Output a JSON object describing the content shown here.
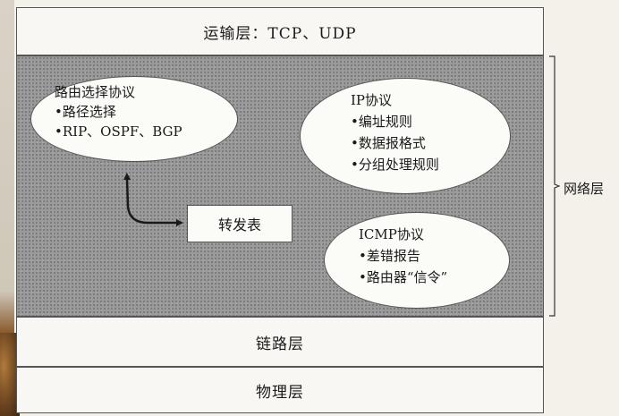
{
  "layers": {
    "transport": "运输层：TCP、UDP",
    "link": "链路层",
    "physical": "物理层",
    "network_side_label": "网络层"
  },
  "routing": {
    "title": "路由选择协议",
    "items": [
      "•路径选择",
      "•RIP、OSPF、BGP"
    ]
  },
  "ip": {
    "title": "IP协议",
    "items": [
      "•编址规则",
      "•数据报格式",
      "•分组处理规则"
    ]
  },
  "icmp": {
    "title": "ICMP协议",
    "items": [
      "•差错报告",
      "•路由器“信令”"
    ]
  },
  "forwarding_table": "转发表"
}
